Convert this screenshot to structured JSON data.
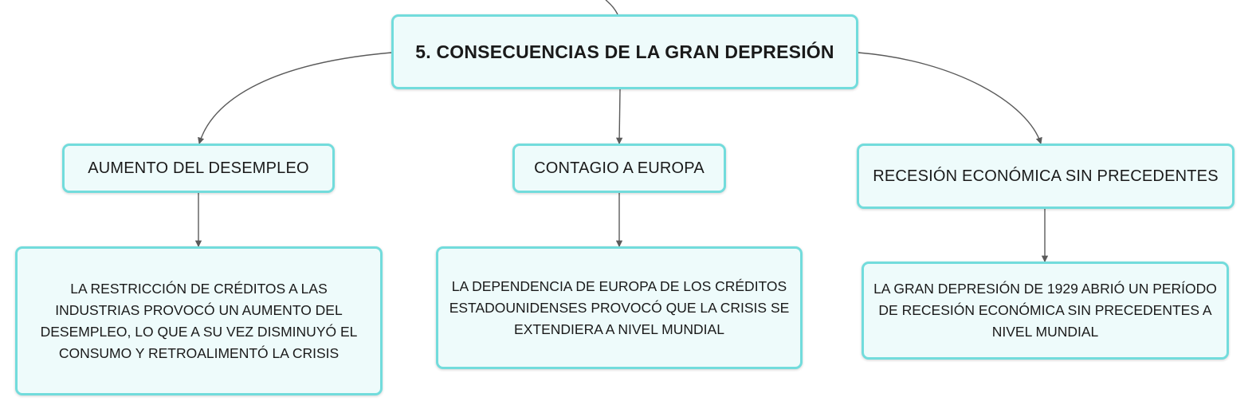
{
  "diagram": {
    "root": {
      "label": "5. CONSECUENCIAS DE LA GRAN DEPRESIÓN"
    },
    "branches": [
      {
        "label": "AUMENTO DEL DESEMPLEO",
        "detail": "LA RESTRICCIÓN DE CRÉDITOS A LAS INDUSTRIAS PROVOCÓ UN AUMENTO DEL DESEMPLEO, LO QUE A SU VEZ DISMINUYÓ EL CONSUMO Y RETROALIMENTÓ LA CRISIS"
      },
      {
        "label": "CONTAGIO A EUROPA",
        "detail": "LA DEPENDENCIA DE EUROPA DE LOS CRÉDITOS ESTADOUNIDENSES PROVOCÓ QUE LA CRISIS SE EXTENDIERA A NIVEL MUNDIAL"
      },
      {
        "label": "RECESIÓN ECONÓMICA SIN PRECEDENTES",
        "detail": "LA GRAN DEPRESIÓN DE 1929 ABRIÓ UN PERÍODO DE RECESIÓN ECONÓMICA SIN PRECEDENTES A NIVEL MUNDIAL"
      }
    ],
    "colors": {
      "node_fill": "#eefbfb",
      "node_border": "#72dcdc",
      "connector": "#5a5a5a"
    }
  }
}
